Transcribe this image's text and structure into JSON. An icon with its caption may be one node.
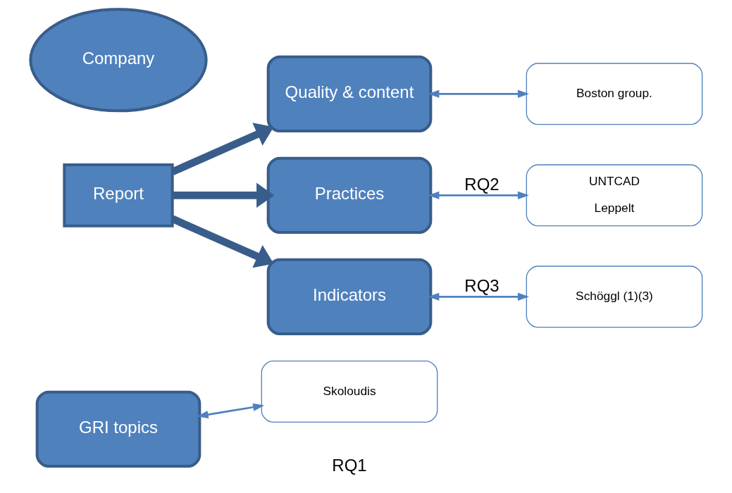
{
  "diagram": {
    "nodes": [
      {
        "text": [
          "GRI topics"
        ]
      },
      {
        "text": [
          "Quality & content"
        ]
      },
      {
        "text": [
          "Report"
        ]
      },
      {
        "text": [
          "Company"
        ]
      },
      {
        "text": [
          "Practices"
        ]
      },
      {
        "text": [
          "Indicators"
        ]
      },
      {
        "text": [
          "Skoloudis"
        ]
      },
      {
        "text": [
          "Boston group."
        ]
      },
      {
        "text": [
          "UNTCAD",
          "Leppelt"
        ]
      },
      {
        "text": [
          "Schöggl (1)(3)"
        ]
      }
    ],
    "edges": [
      {
        "from": 0,
        "to": 6,
        "arrow": "both"
      },
      {
        "from": 1,
        "to": 7,
        "arrow": "both"
      },
      {
        "from": 2,
        "to": 1,
        "arrow": "to",
        "style": "thick"
      },
      {
        "from": 2,
        "to": 4,
        "arrow": "to",
        "style": "thick"
      },
      {
        "from": 2,
        "to": 5,
        "arrow": "to",
        "style": "thick"
      },
      {
        "from": 4,
        "to": 8,
        "arrow": "both",
        "label": "RQ2"
      },
      {
        "from": 5,
        "to": 9,
        "arrow": "both",
        "label": "RQ3"
      }
    ],
    "labels": [
      "RQ1"
    ]
  }
}
